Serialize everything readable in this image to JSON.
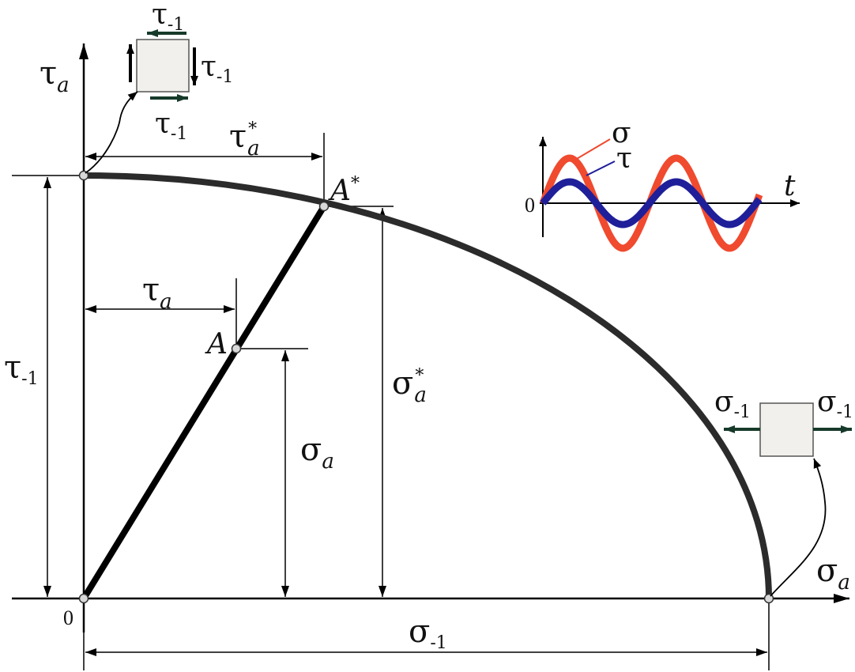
{
  "colors": {
    "curve": "#2b2b2b",
    "sigma_wave": "#f04a2f",
    "tau_wave": "#1f1f9a",
    "element_fill": "#f2f0ec",
    "arrow_dark": "#163a2a"
  },
  "labels": {
    "origin": "0",
    "tau_axis": {
      "base": "τ",
      "sub": "a"
    },
    "sigma_axis": {
      "base": "σ",
      "sub": "a"
    },
    "tau_neg1": {
      "base": "τ",
      "sub": "-1"
    },
    "sigma_neg1": {
      "base": "σ",
      "sub": "-1"
    },
    "tau_a": {
      "base": "τ",
      "sub": "a"
    },
    "tau_a_star": {
      "base": "τ",
      "sup": "*",
      "sub": "a"
    },
    "sigma_a": {
      "base": "σ",
      "sub": "a"
    },
    "sigma_a_star": {
      "base": "σ",
      "sup": "*",
      "sub": "a"
    },
    "point_A": "A",
    "point_A_star": {
      "base": "A",
      "sup": "*"
    },
    "shear_top": {
      "base": "τ",
      "sub": "-1"
    },
    "shear_right": {
      "base": "τ",
      "sub": "-1"
    },
    "shear_bottom": {
      "base": "τ",
      "sub": "-1"
    },
    "tension_left": {
      "base": "σ",
      "sub": "-1"
    },
    "tension_right": {
      "base": "σ",
      "sub": "-1"
    }
  },
  "inset": {
    "origin": "0",
    "time_axis": "t",
    "sigma_label": "σ",
    "tau_label": "τ"
  }
}
